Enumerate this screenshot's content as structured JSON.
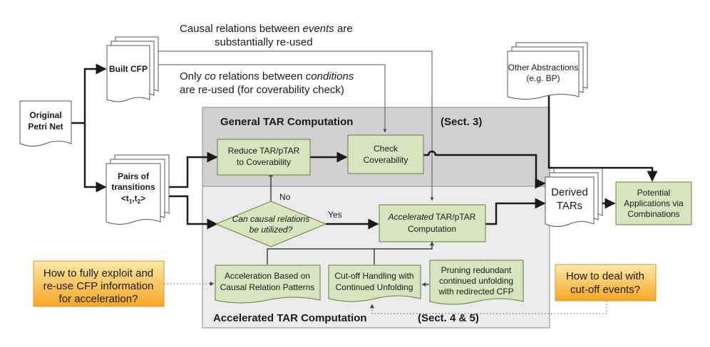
{
  "notes": {
    "events_line1_pre": "Causal relations between ",
    "events_line1_em": "events",
    "events_line1_post": " are",
    "events_line2": "substantially re-used",
    "co_line1_pre": "Only ",
    "co_line1_em": "co",
    "co_line1_mid": " relations between ",
    "co_line1_em2": "conditions",
    "co_line2": "are re-used (for coverability check)"
  },
  "documents": {
    "built_cfp": "Built CFP",
    "original_petri_net_line1": "Original",
    "original_petri_net_line2": "Petri Net",
    "pairs_line1": "Pairs of",
    "pairs_line2": "transitions",
    "pairs_line3_open": "<t",
    "pairs_sub1": "1",
    "pairs_comma": ",t",
    "pairs_sub2": "2",
    "pairs_close": ">",
    "other_abstractions_line1": "Other Abstractions",
    "other_abstractions_line2": "(e.g. BP)",
    "derived_tars_line1": "Derived",
    "derived_tars_line2": "TARs"
  },
  "general_section": {
    "title": "General TAR Computation",
    "sect": "(Sect. 3)"
  },
  "accelerated_section": {
    "title": "Accelerated TAR Computation",
    "sect": "(Sect. 4 & 5)"
  },
  "processes": {
    "reduce_line1": "Reduce TAR/pTAR",
    "reduce_line2": "to Coverability",
    "check_line1": "Check",
    "check_line2": "Coverability",
    "accelerated_line1_em": "Accelerated",
    "accelerated_line1_post": " TAR/pTAR",
    "accelerated_line2": "Computation",
    "potential_line1": "Potential",
    "potential_line2": "Applications via",
    "potential_line3": "Combinations"
  },
  "decision": {
    "line1": "Can causal relations",
    "line2": "be utilized?",
    "no_label": "No",
    "yes_label": "Yes"
  },
  "techniques": {
    "acceleration_line1": "Acceleration Based on",
    "acceleration_line2": "Causal Relation Patterns",
    "cutoff_line1": "Cut-off Handling with",
    "cutoff_line2": "Continued Unfolding",
    "pruning_line1": "Pruning redundant",
    "pruning_line2": "continued unfolding",
    "pruning_line3": "with redirected CFP"
  },
  "questions": {
    "q1_line1": "How to fully exploit and",
    "q1_line2": "re-use CFP information",
    "q1_line3": "for acceleration?",
    "q2_line1": "How to deal with",
    "q2_line2": "cut-off events?"
  },
  "colors": {
    "process_fill": "#d7e4bd",
    "process_stroke": "#6b7a43",
    "general_bg": "#d0d0d0",
    "accelerated_bg": "#ebebeb",
    "question_top": "#fde9a8",
    "question_bottom": "#f6a623",
    "line": "#1a1a1a"
  }
}
